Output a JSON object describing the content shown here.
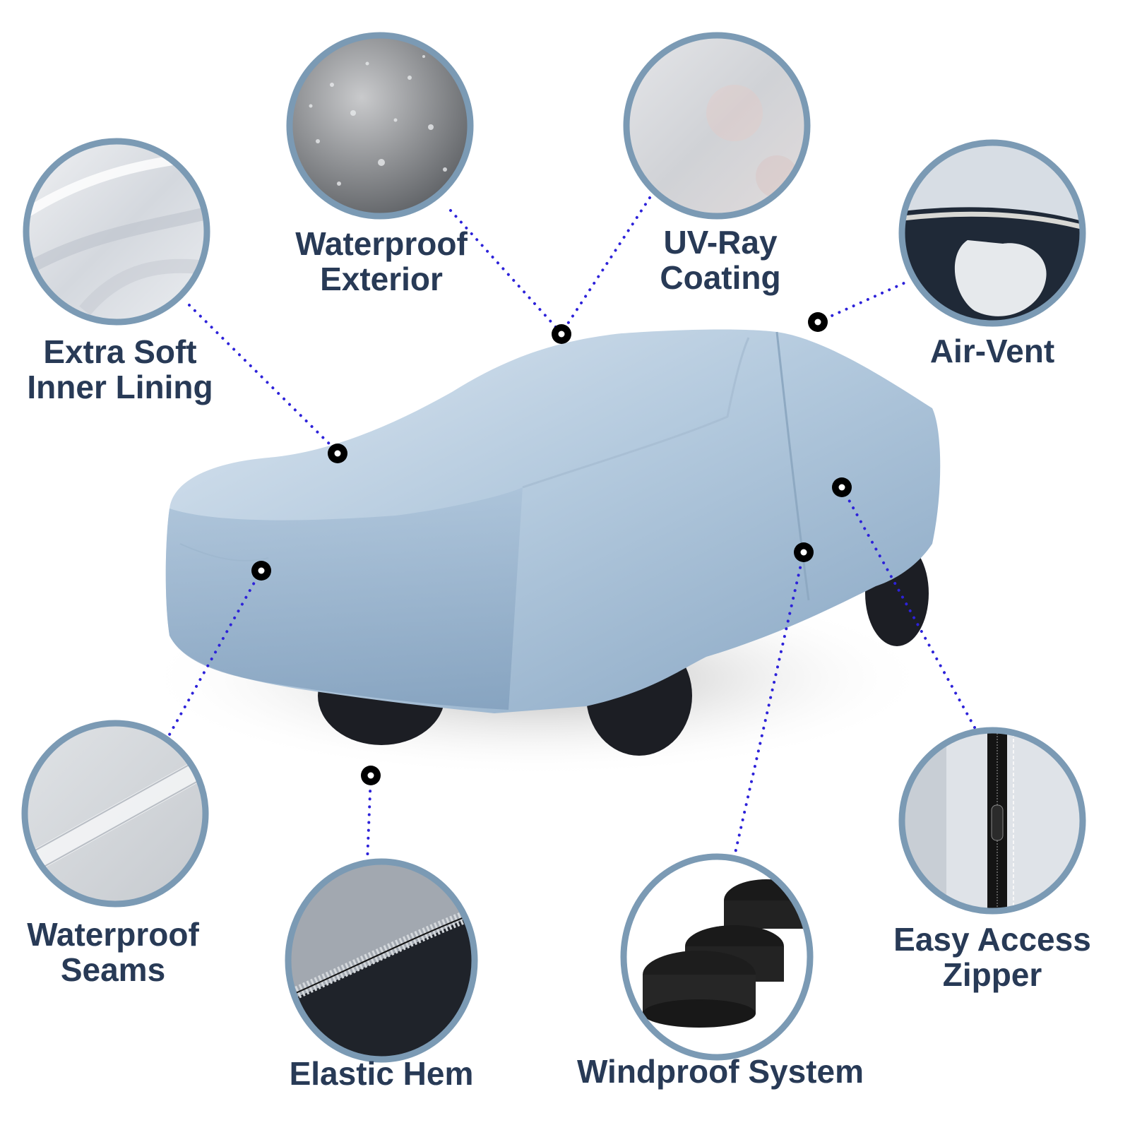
{
  "colors": {
    "ring": "#7b9ab4",
    "label_text": "#283a56",
    "connector": "#2d22d9",
    "dot_fill": "#000000",
    "dot_center": "#ffffff",
    "cover_light": "#c9d9e8",
    "cover_mid": "#9cb7d0",
    "cover_dark": "#7e9cba",
    "tire": "#1a1c22"
  },
  "features": [
    {
      "id": "extra-soft-inner-lining",
      "line1": "Extra Soft",
      "line2": "Inner Lining",
      "icon": "fabric-lining-icon"
    },
    {
      "id": "waterproof-exterior",
      "line1": "Waterproof",
      "line2": "Exterior",
      "icon": "water-droplets-icon"
    },
    {
      "id": "uv-ray-coating",
      "line1": "UV-Ray",
      "line2": "Coating",
      "icon": "uv-coating-icon"
    },
    {
      "id": "air-vent",
      "line1": "Air-Vent",
      "line2": "",
      "icon": "air-vent-icon"
    },
    {
      "id": "waterproof-seams",
      "line1": "Waterproof",
      "line2": "Seams",
      "icon": "seam-tape-icon"
    },
    {
      "id": "elastic-hem",
      "line1": "Elastic Hem",
      "line2": "",
      "icon": "elastic-hem-icon"
    },
    {
      "id": "windproof-system",
      "line1": "Windproof System",
      "line2": "",
      "icon": "strap-rolls-icon"
    },
    {
      "id": "easy-access-zipper",
      "line1": "Easy Access",
      "line2": "Zipper",
      "icon": "zipper-icon"
    }
  ]
}
